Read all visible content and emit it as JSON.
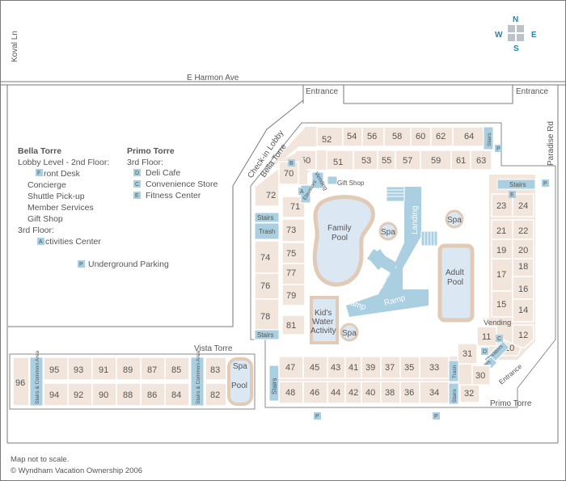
{
  "colors": {
    "unit": "#f2e5dc",
    "facility": "#a9cfe0",
    "water": "#dbe7f2",
    "pool_edge": "#e2cbb6",
    "frame": "#7a7a7a",
    "compass": "#1a86b8"
  },
  "compass": {
    "north": "N",
    "south": "S",
    "east": "E",
    "west": "W"
  },
  "streets": {
    "koval": "Koval Ln",
    "harmon": "E Harmon Ave",
    "paradise": "Paradise Rd"
  },
  "labels": {
    "entrance_left": "Entrance",
    "entrance_right": "Entrance",
    "check_in_1": "Check-in Lobby",
    "check_in_2": "Bella Torre",
    "vista_torre": "Vista Torre",
    "primo_torre": "Primo Torre",
    "entrance_diag": "Entrance",
    "vending_left": "Vending",
    "vending_right": "Vending",
    "gift_shop": "Gift Shop",
    "elevators_left": "Elevators",
    "elevators_right": "Elevators",
    "elevators_right2": "Elevators",
    "stairs": "Stairs",
    "trash": "Trash",
    "stairs_common": "Stairs & Common Area"
  },
  "tags": {
    "p": "P",
    "a": "A",
    "b": "B",
    "c": "C",
    "d": "D",
    "e": "E",
    "f": "F"
  },
  "pools": {
    "family_1": "Family",
    "family_2": "Pool",
    "adult_1": "Adult",
    "adult_2": "Pool",
    "spa": "Spa",
    "landing": "Landing",
    "ramp": "Ramp",
    "kids_1": "Kid's",
    "kids_2": "Water",
    "kids_3": "Activity",
    "pool": "Pool"
  },
  "legend": {
    "bella_title": "Bella Torre",
    "bella_lobby": "Lobby Level - 2nd Floor:",
    "front_desk": "ront Desk",
    "concierge": "Concierge",
    "shuttle": "Shuttle Pick-up",
    "member": "Member Services",
    "gift": "Gift Shop",
    "bella_3rd": "3rd Floor:",
    "activities": "ctivities Center",
    "parking": "Underground Parking",
    "primo_title": "Primo Torre",
    "primo_3rd": "3rd Floor:",
    "deli": "Deli Cafe",
    "convenience": "Convenience Store",
    "fitness": "Fitness Center"
  },
  "footer": {
    "scale": "Map not to scale.",
    "copyright": "© Wyndham Vacation Ownership 2006"
  },
  "units": {
    "b1": "52",
    "b2": "54",
    "b3": "56",
    "b4": "58",
    "b5": "60",
    "b6": "62",
    "b7": "64",
    "b8": "50",
    "b9": "51",
    "b10": "53",
    "b11": "55",
    "b12": "57",
    "b13": "59",
    "b14": "61",
    "b15": "63",
    "w1": "70",
    "w2": "72",
    "w3": "71",
    "w4": "73",
    "w5": "74",
    "w6": "75",
    "w7": "76",
    "w8": "77",
    "w9": "79",
    "w10": "78",
    "w11": "81",
    "e1": "23",
    "e2": "24",
    "e3": "21",
    "e4": "22",
    "e5": "19",
    "e6": "20",
    "e7": "18",
    "e8": "17",
    "e9": "16",
    "e10": "15",
    "e11": "14",
    "e12": "11",
    "e13": "12",
    "e14": "10",
    "s1": "47",
    "s2": "45",
    "s3": "43",
    "s4": "41",
    "s5": "39",
    "s6": "37",
    "s7": "35",
    "s8": "33",
    "s9": "48",
    "s10": "46",
    "s11": "44",
    "s12": "42",
    "s13": "40",
    "s14": "38",
    "s15": "36",
    "s16": "34",
    "s17": "31",
    "s18": "30",
    "s19": "32",
    "v1": "96",
    "v2": "95",
    "v3": "93",
    "v4": "91",
    "v5": "89",
    "v6": "87",
    "v7": "85",
    "v8": "94",
    "v9": "92",
    "v10": "90",
    "v11": "88",
    "v12": "86",
    "v13": "84",
    "v14": "83",
    "v15": "82"
  }
}
